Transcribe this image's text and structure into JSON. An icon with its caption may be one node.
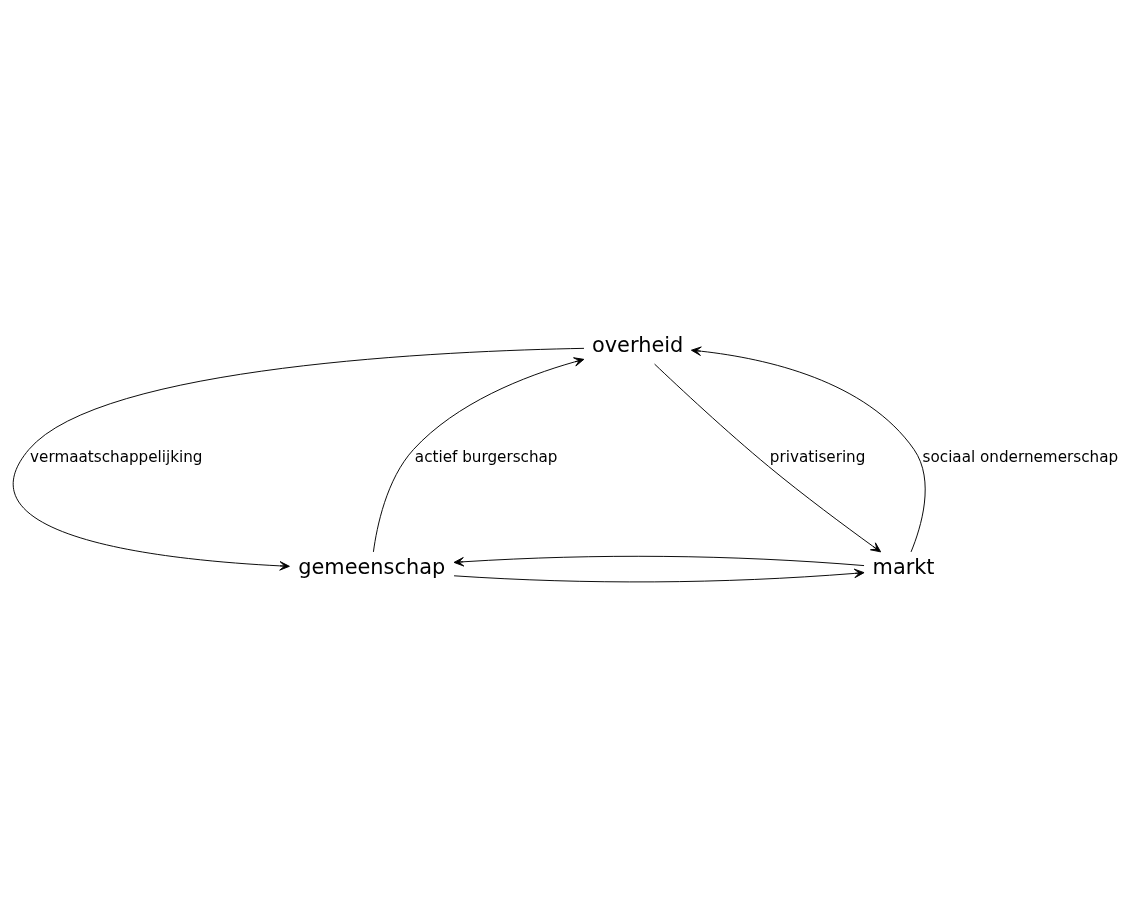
{
  "diagram": {
    "nodes": [
      {
        "text": [
          "overheid"
        ]
      },
      {
        "text": [
          "gemeenschap"
        ]
      },
      {
        "text": [
          "markt"
        ]
      }
    ],
    "edges": [
      {
        "from": 0,
        "to": 1,
        "arrow": "to",
        "label": "vermaatschappelijking"
      },
      {
        "from": 1,
        "to": 0,
        "arrow": "to",
        "label": "actief burgerschap"
      },
      {
        "from": 0,
        "to": 2,
        "arrow": "to",
        "label": "privatisering"
      },
      {
        "from": 2,
        "to": 0,
        "arrow": "to",
        "label": "sociaal ondernemerschap"
      },
      {
        "from": 1,
        "to": 2,
        "arrow": "to"
      },
      {
        "from": 2,
        "to": 1,
        "arrow": "to"
      }
    ]
  }
}
